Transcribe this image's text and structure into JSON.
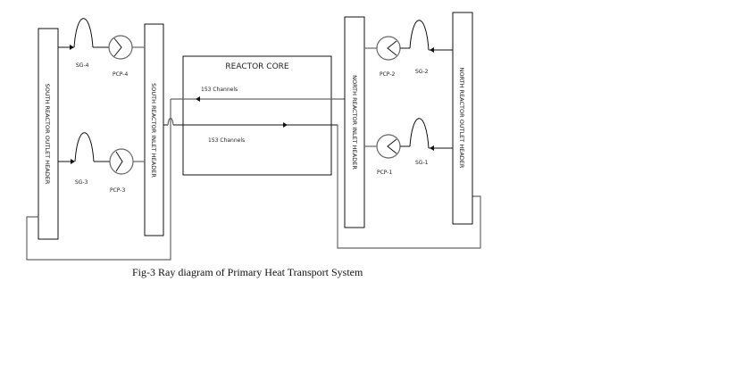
{
  "diagram": {
    "core_title": "REACTOR CORE",
    "upper_channels": "153 Channels",
    "lower_channels": "153 Channels",
    "headers": {
      "south_outlet": "SOUTH REACTOR OUTLET HEADER",
      "south_inlet": "SOUTH REACTOR INLET HEADER",
      "north_inlet": "NORTH REACTOR INLET HEADER",
      "north_outlet": "NORTH REACTOR OUTLET HEADER"
    },
    "steam_generators": {
      "sg4": "SG-4",
      "sg3": "SG-3",
      "sg2": "SG-2",
      "sg1": "SG-1"
    },
    "pumps": {
      "pcp4": "PCP-4",
      "pcp3": "PCP-3",
      "pcp2": "PCP-2",
      "pcp1": "PCP-1"
    }
  },
  "caption": "Fig-3 Ray diagram of Primary Heat Transport System"
}
